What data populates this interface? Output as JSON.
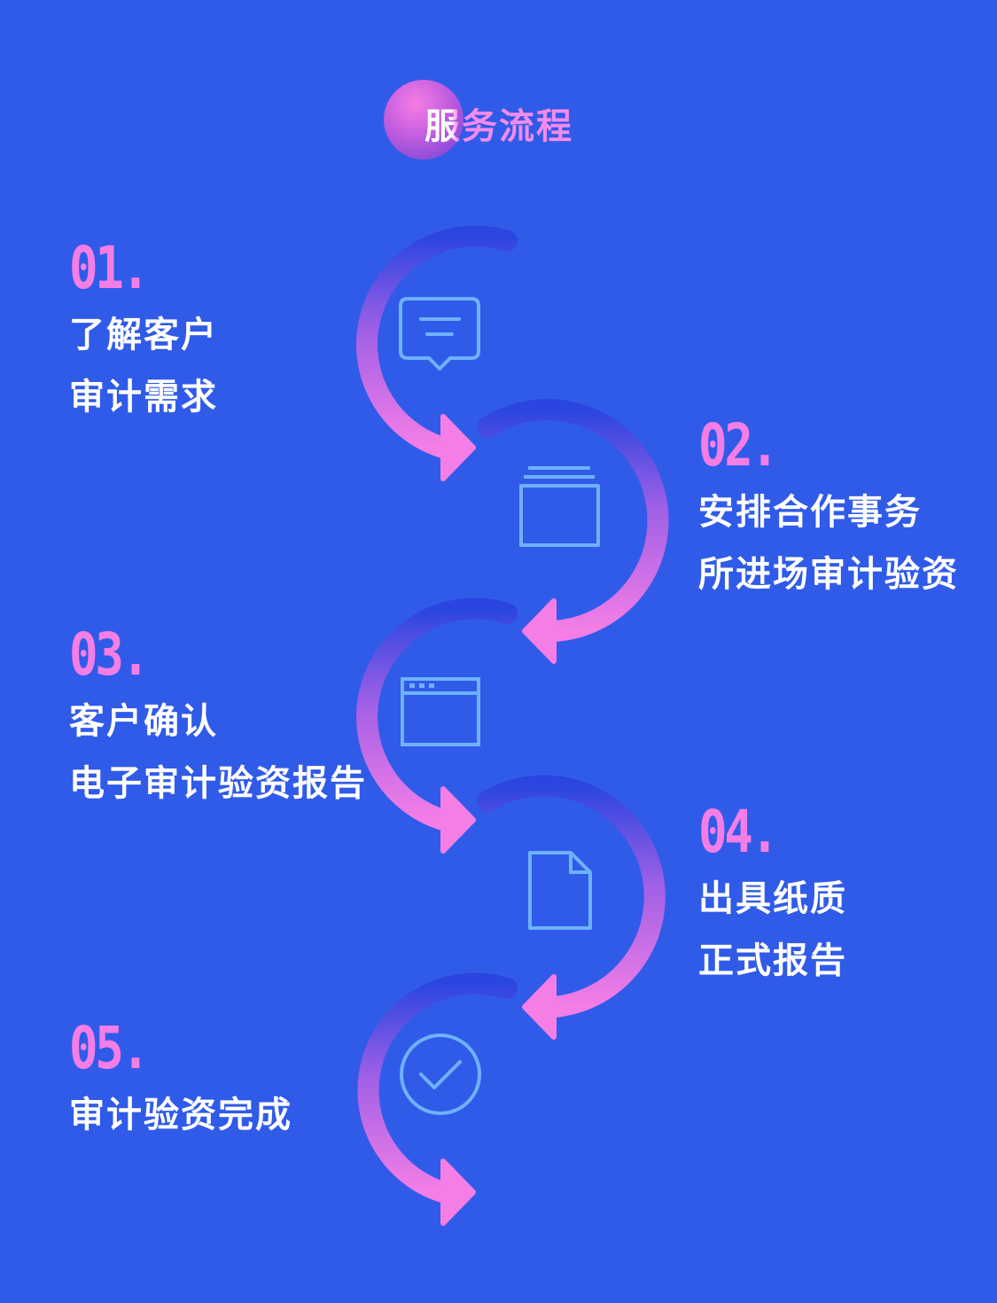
{
  "header": {
    "title": "服务流程"
  },
  "colors": {
    "background": "#305BE8",
    "accent_pink": "#F47EE6",
    "icon_blue": "#6FB1FF",
    "arc_dark": "#2A45E0"
  },
  "steps": [
    {
      "number": "01.",
      "line1": "了解客户",
      "line2": "审计需求",
      "icon": "chat-bubble-icon"
    },
    {
      "number": "02.",
      "line1": "安排合作事务",
      "line2": "所进场审计验资",
      "icon": "folder-stack-icon"
    },
    {
      "number": "03.",
      "line1": "客户确认",
      "line2": "电子审计验资报告",
      "icon": "browser-window-icon"
    },
    {
      "number": "04.",
      "line1": "出具纸质",
      "line2": "正式报告",
      "icon": "document-icon"
    },
    {
      "number": "05.",
      "line1": "审计验资完成",
      "line2": "",
      "icon": "check-circle-icon"
    }
  ]
}
